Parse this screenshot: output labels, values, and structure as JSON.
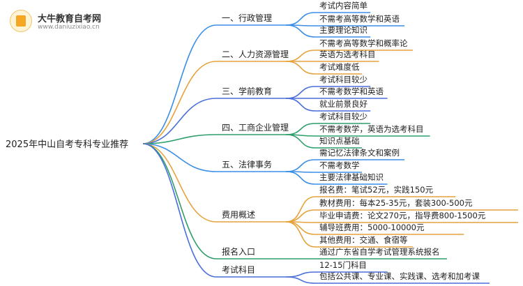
{
  "logo": {
    "title": "大牛教育自考网",
    "url": "www.daniuzixiao.cn"
  },
  "colors": {
    "root_text": "#222222",
    "branches": [
      "#3a8ee6",
      "#e6a23c",
      "#4a6fd8",
      "#2e9e6a",
      "#3a8ee6",
      "#e6a23c",
      "#2e9e6a",
      "#4a6fd8"
    ]
  },
  "root": "2025年中山自考专科专业推荐",
  "branches": [
    {
      "label": "一、行政管理",
      "children": [
        "考试内容简单",
        "不需考高等数学和英语",
        "主要理论知识"
      ]
    },
    {
      "label": "二、人力资源管理",
      "children": [
        "不需考高等数学和概率论",
        "英语为选考科目",
        "考试难度低"
      ]
    },
    {
      "label": "三、学前教育",
      "children": [
        "考试科目较少",
        "不需考数学和英语",
        "就业前景良好"
      ]
    },
    {
      "label": "四、工商企业管理",
      "children": [
        "考试科目较少",
        "不需考数学，英语为选考科目",
        "知识点基础"
      ]
    },
    {
      "label": "五、法律事务",
      "children": [
        "需记忆法律条文和案例",
        "不需考数学",
        "主要法律基础知识"
      ]
    },
    {
      "label": "费用概述",
      "children": [
        "报名费：笔试52元，实践150元",
        "教材费用：每本25-35元，套装300-500元",
        "毕业申请费：论文270元，指导费800-1500元",
        "辅导班费用：5000-10000元",
        "其他费用：交通、食宿等"
      ]
    },
    {
      "label": "报名入口",
      "children": [
        "通过广东省自学考试管理系统报名"
      ]
    },
    {
      "label": "考试科目",
      "children": [
        "12-15门科目",
        "包括公共课、专业课、实践课、选考和加考课"
      ]
    }
  ]
}
